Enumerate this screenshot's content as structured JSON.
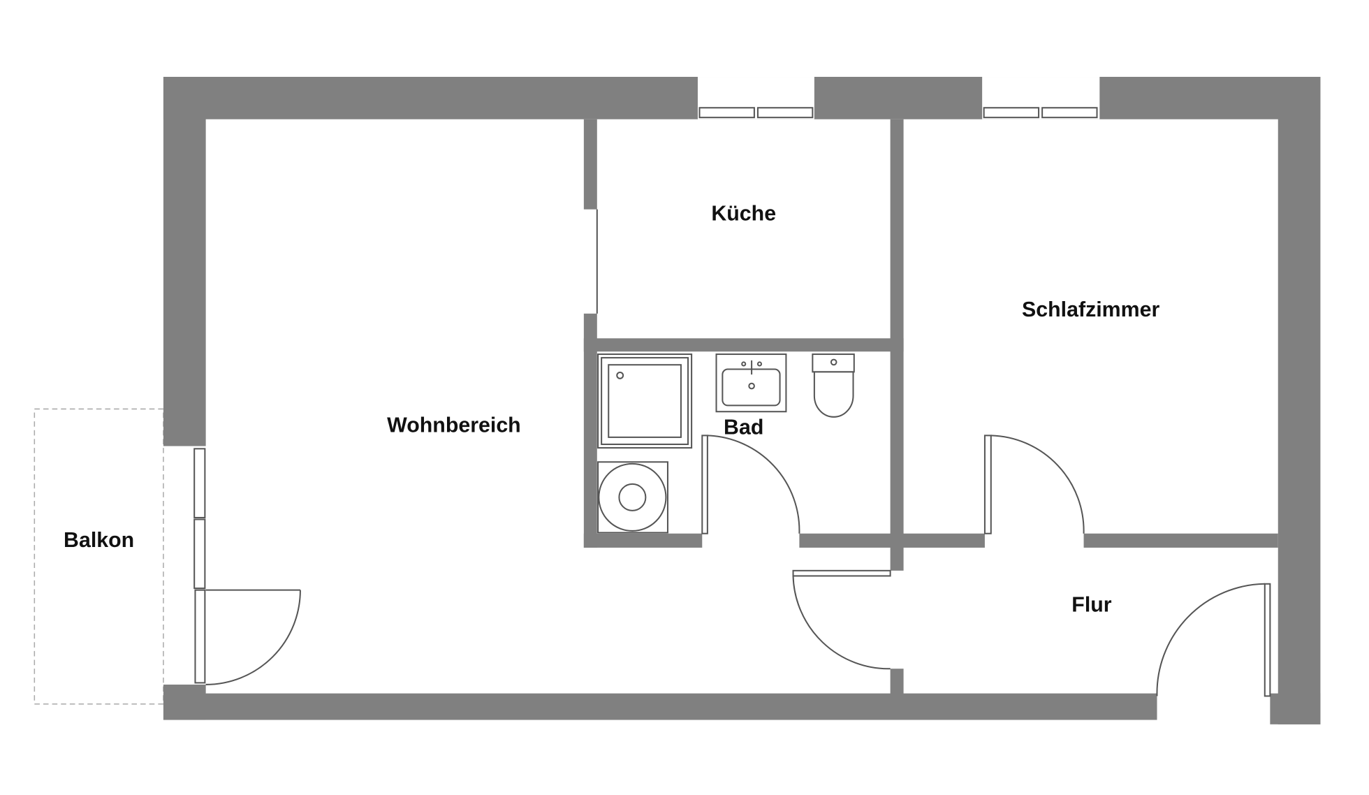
{
  "floorplan": {
    "rooms": {
      "kitchen": "Küche",
      "bedroom": "Schlafzimmer",
      "living": "Wohnbereich",
      "bath": "Bad",
      "balcony": "Balkon",
      "hallway": "Flur"
    },
    "colors": {
      "wall": "#808080",
      "line": "#555555",
      "background": "#ffffff"
    }
  }
}
